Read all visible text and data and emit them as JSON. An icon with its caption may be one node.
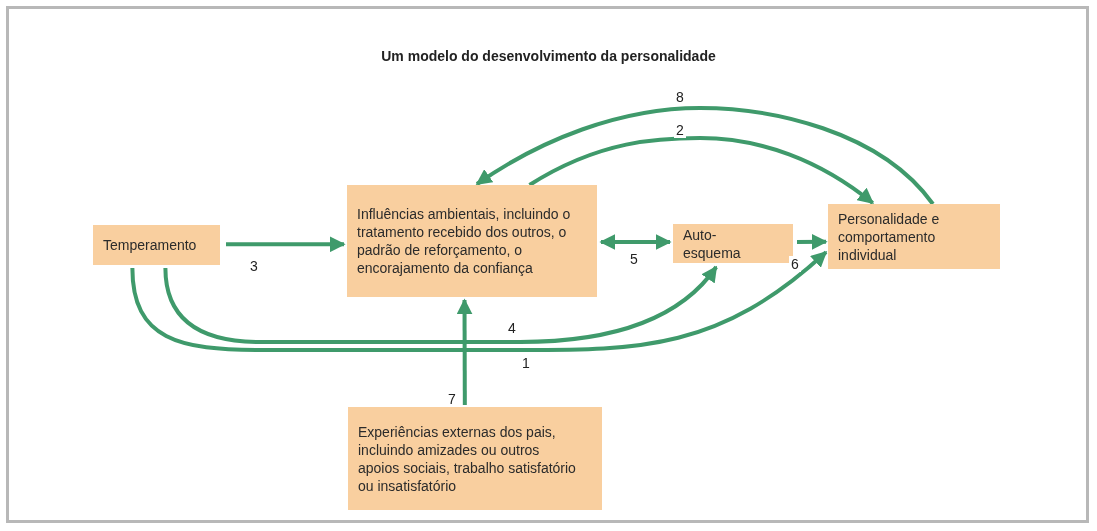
{
  "diagram": {
    "title": "Um modelo do desenvolvimento da personalidade",
    "nodes": [
      {
        "text": [
          "Temperamento"
        ]
      },
      {
        "text": [
          "Influências ambientais, incluindo o tratamento recebido dos outros, o padrão de reforçamento, o encorajamento da confiança"
        ]
      },
      {
        "text": [
          "Auto-esquema"
        ]
      },
      {
        "text": [
          "Personalidade e comportamento individual"
        ]
      },
      {
        "text": [
          "Experiências externas dos pais, incluindo amizades ou outros apoios sociais, trabalho satisfatório ou insatisfatório"
        ]
      }
    ],
    "edges": [
      {
        "from": 0,
        "to": 3,
        "arrow": "to",
        "label": "1"
      },
      {
        "from": 1,
        "to": 3,
        "arrow": "to",
        "label": "2"
      },
      {
        "from": 0,
        "to": 1,
        "arrow": "to",
        "label": "3"
      },
      {
        "from": 0,
        "to": 2,
        "arrow": "to",
        "label": "4"
      },
      {
        "from": 1,
        "to": 2,
        "arrow": "both",
        "label": "5"
      },
      {
        "from": 2,
        "to": 3,
        "arrow": "to",
        "label": "6"
      },
      {
        "from": 4,
        "to": 1,
        "arrow": "to",
        "label": "7"
      },
      {
        "from": 3,
        "to": 1,
        "arrow": "to",
        "label": "8"
      }
    ]
  }
}
